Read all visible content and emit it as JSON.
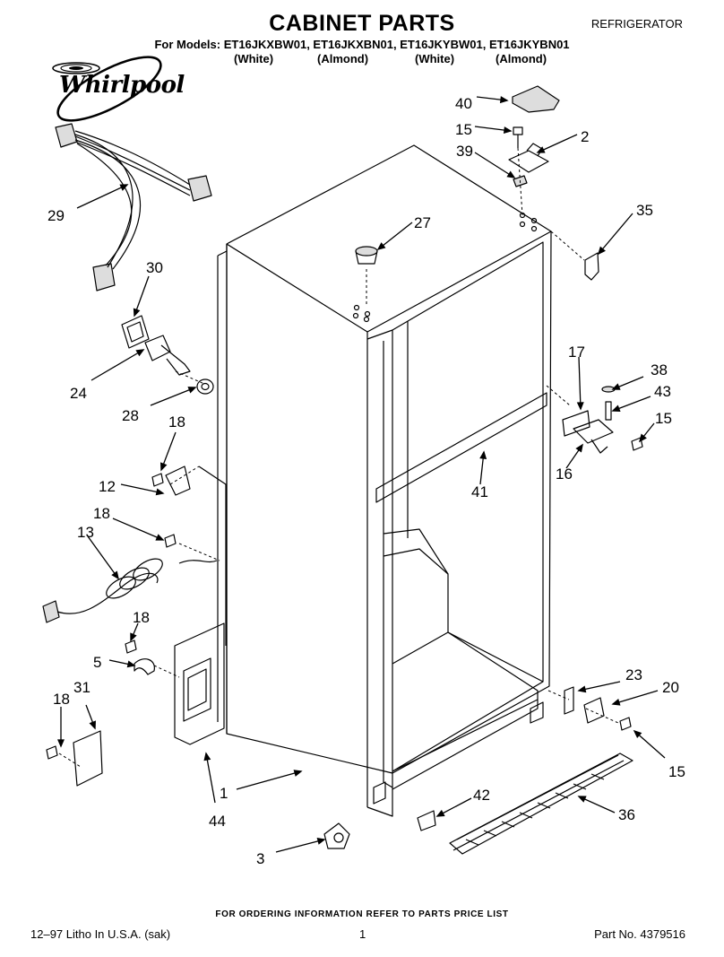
{
  "header": {
    "title": "CABINET PARTS",
    "category": "REFRIGERATOR",
    "models_line": "For Models: ET16JKXBW01, ET16JKXBN01, ET16JKYBW01, ET16JKYBN01",
    "colors": [
      "(White)",
      "(Almond)",
      "(White)",
      "(Almond)"
    ],
    "brand": "Whirlpool"
  },
  "diagram": {
    "callouts": [
      "40",
      "15",
      "2",
      "39",
      "35",
      "27",
      "29",
      "30",
      "24",
      "28",
      "18",
      "12",
      "13",
      "18",
      "18",
      "5",
      "18",
      "31",
      "17",
      "38",
      "43",
      "15",
      "16",
      "41",
      "23",
      "20",
      "15",
      "1",
      "44",
      "42",
      "36",
      "3"
    ]
  },
  "footer": {
    "order_note": "FOR ORDERING INFORMATION REFER TO PARTS PRICE LIST",
    "litho": "12–97 Litho In U.S.A. (sak)",
    "page": "1",
    "part_no": "Part No. 4379516"
  }
}
